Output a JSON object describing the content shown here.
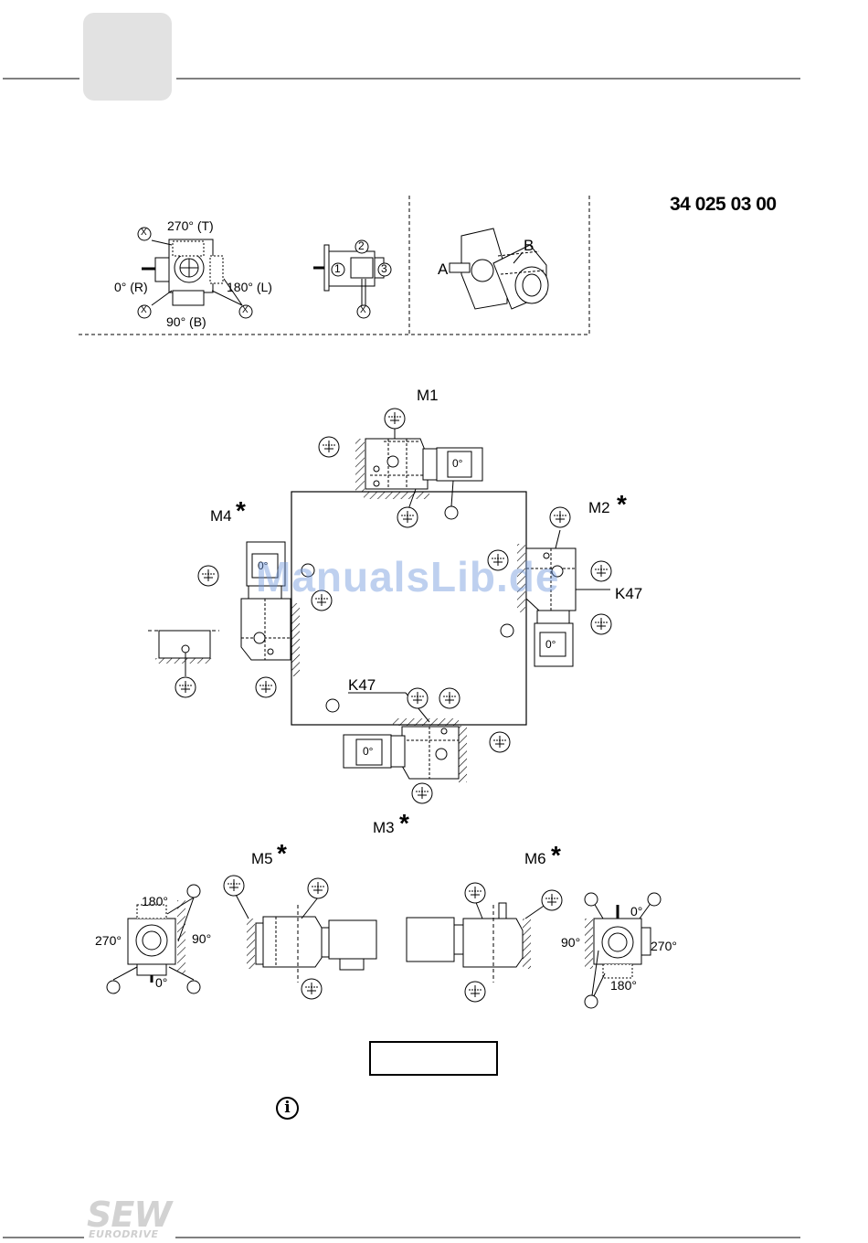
{
  "document": {
    "code": "34 025 03 00",
    "watermark": "ManualsLib.de"
  },
  "legend": {
    "angle_top": "270° (T)",
    "angle_left": "0° (R)",
    "angle_right": "180° (L)",
    "angle_bottom": "90° (B)",
    "marker": "X",
    "side_1": "1",
    "side_2": "2",
    "side_3": "3",
    "shaft_a": "A",
    "shaft_b": "B"
  },
  "positions": {
    "m1": "M1",
    "m2": "M2",
    "m3": "M3",
    "m4": "M4",
    "m5": "M5",
    "m6": "M6",
    "star": "*",
    "size_label_m2": "K47",
    "size_label_m3": "K47",
    "motor_angle": "0°"
  },
  "m5_angles": {
    "top": "180°",
    "left": "270°",
    "right": "90°",
    "bottom": "0°"
  },
  "m6_angles": {
    "top": "0°",
    "left": "90°",
    "right": "270°",
    "bottom": "180°"
  },
  "footer": {
    "logo": "SEW",
    "logo_sub": "EURODRIVE",
    "info_icon": "i"
  },
  "colors": {
    "ink": "#000000",
    "tab": "#e2e2e2",
    "watermark": "#6e96dc",
    "logo": "#d2d2d2"
  }
}
